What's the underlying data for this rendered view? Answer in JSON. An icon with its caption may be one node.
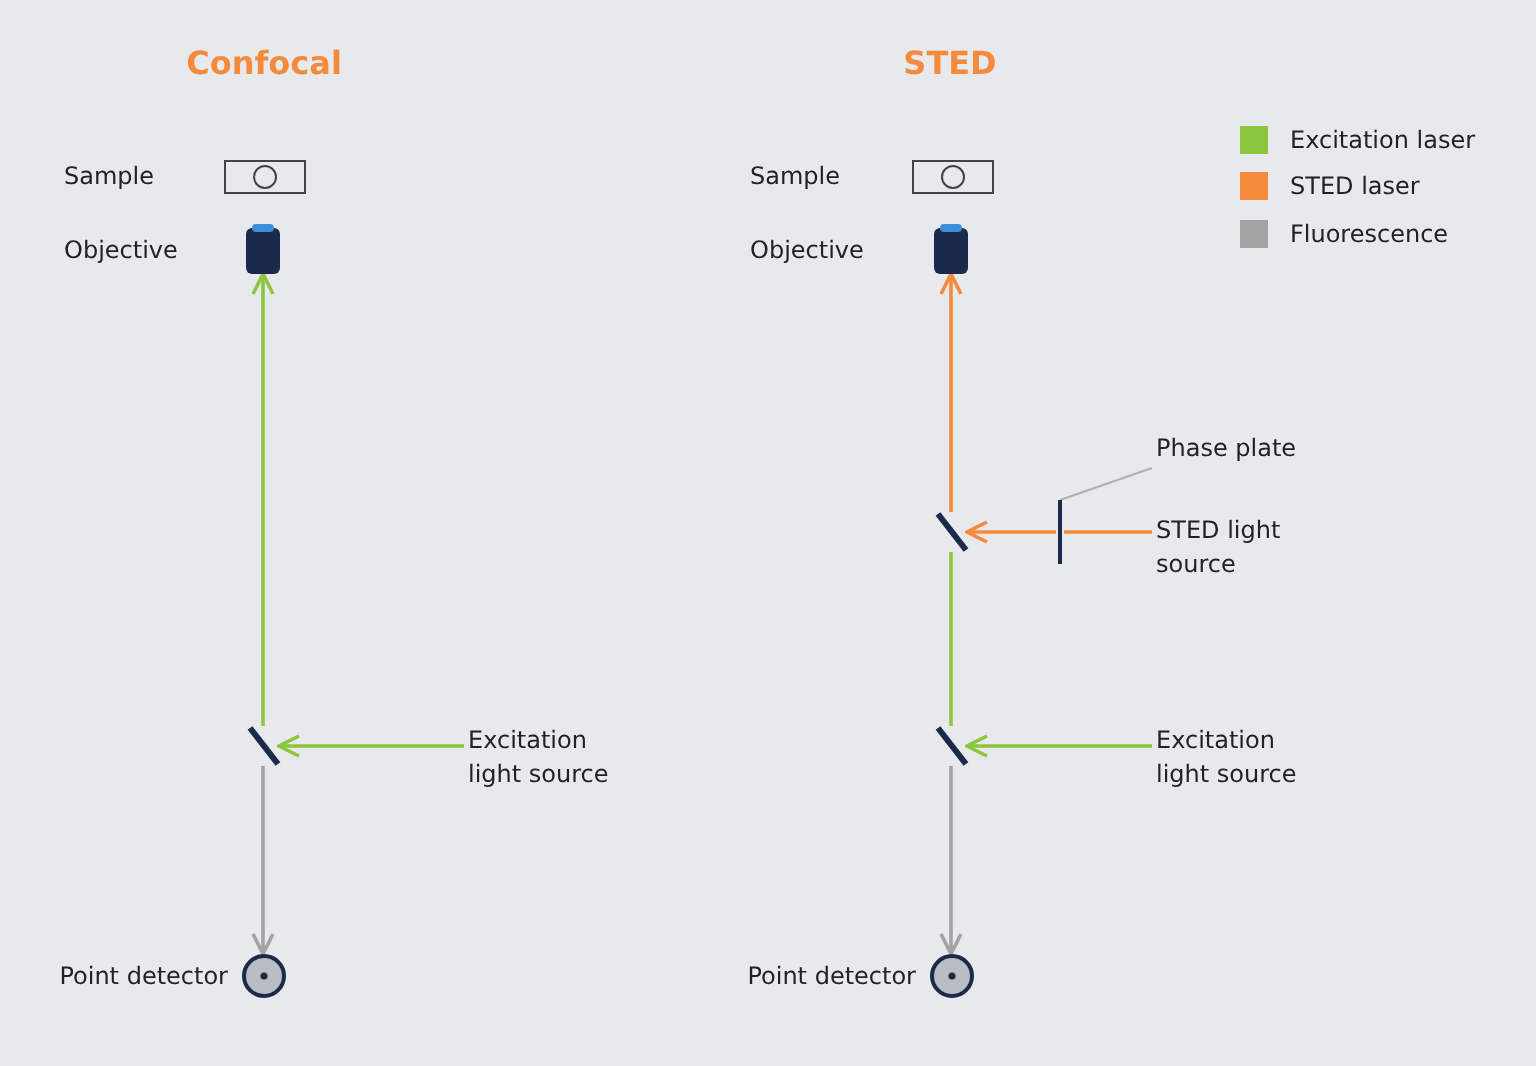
{
  "diagram": {
    "nodes": [
      {
        "text": [],
        "shape": "box",
        "beside": [
          "Sample"
        ]
      },
      {
        "text": [],
        "shape": "lens",
        "beside": [
          "Objective"
        ]
      },
      {
        "text": [],
        "shape": "bar"
      },
      {
        "text": [
          "Excitation light source"
        ]
      },
      {
        "text": [],
        "shape": "circle",
        "beside": [
          "Point detector"
        ]
      },
      {
        "text": [],
        "shape": "box",
        "beside": [
          "Sample"
        ]
      },
      {
        "text": [],
        "shape": "lens",
        "beside": [
          "Objective"
        ]
      },
      {
        "text": [],
        "shape": "bar"
      },
      {
        "text": [],
        "shape": "bar"
      },
      {
        "text": [
          "STED light source"
        ]
      },
      {
        "text": [
          "Phase plate"
        ]
      },
      {
        "text": [],
        "shape": "bar"
      },
      {
        "text": [
          "Excitation light source"
        ]
      },
      {
        "text": [],
        "shape": "circle",
        "beside": [
          "Point detector"
        ]
      }
    ],
    "edges": [
      {
        "from": 3,
        "to": 2,
        "arrow": "to",
        "color": "#8cc63f"
      },
      {
        "from": 2,
        "to": 1,
        "arrow": "to",
        "color": "#8cc63f"
      },
      {
        "from": 2,
        "to": 4,
        "arrow": "to",
        "color": "#a3a3a3"
      },
      {
        "from": 9,
        "to": 8,
        "arrow": "none",
        "color": "#f58a3c"
      },
      {
        "from": 8,
        "to": 7,
        "arrow": "to",
        "color": "#f58a3c"
      },
      {
        "from": 7,
        "to": 6,
        "arrow": "to",
        "color": "#f58a3c"
      },
      {
        "from": 10,
        "to": 8,
        "arrow": "none",
        "color": "#b0b0b0"
      },
      {
        "from": 12,
        "to": 11,
        "arrow": "to",
        "color": "#8cc63f"
      },
      {
        "from": 11,
        "to": 7,
        "arrow": "none",
        "color": "#8cc63f"
      },
      {
        "from": 11,
        "to": 13,
        "arrow": "to",
        "color": "#a3a3a3"
      }
    ],
    "labels": [
      "Confocal",
      "STED"
    ],
    "legend": [
      {
        "text": "Excitation laser",
        "color": "#8cc63f"
      },
      {
        "text": "STED laser",
        "color": "#f58a3c"
      },
      {
        "text": "Fluorescence",
        "color": "#a3a3a3"
      }
    ]
  }
}
